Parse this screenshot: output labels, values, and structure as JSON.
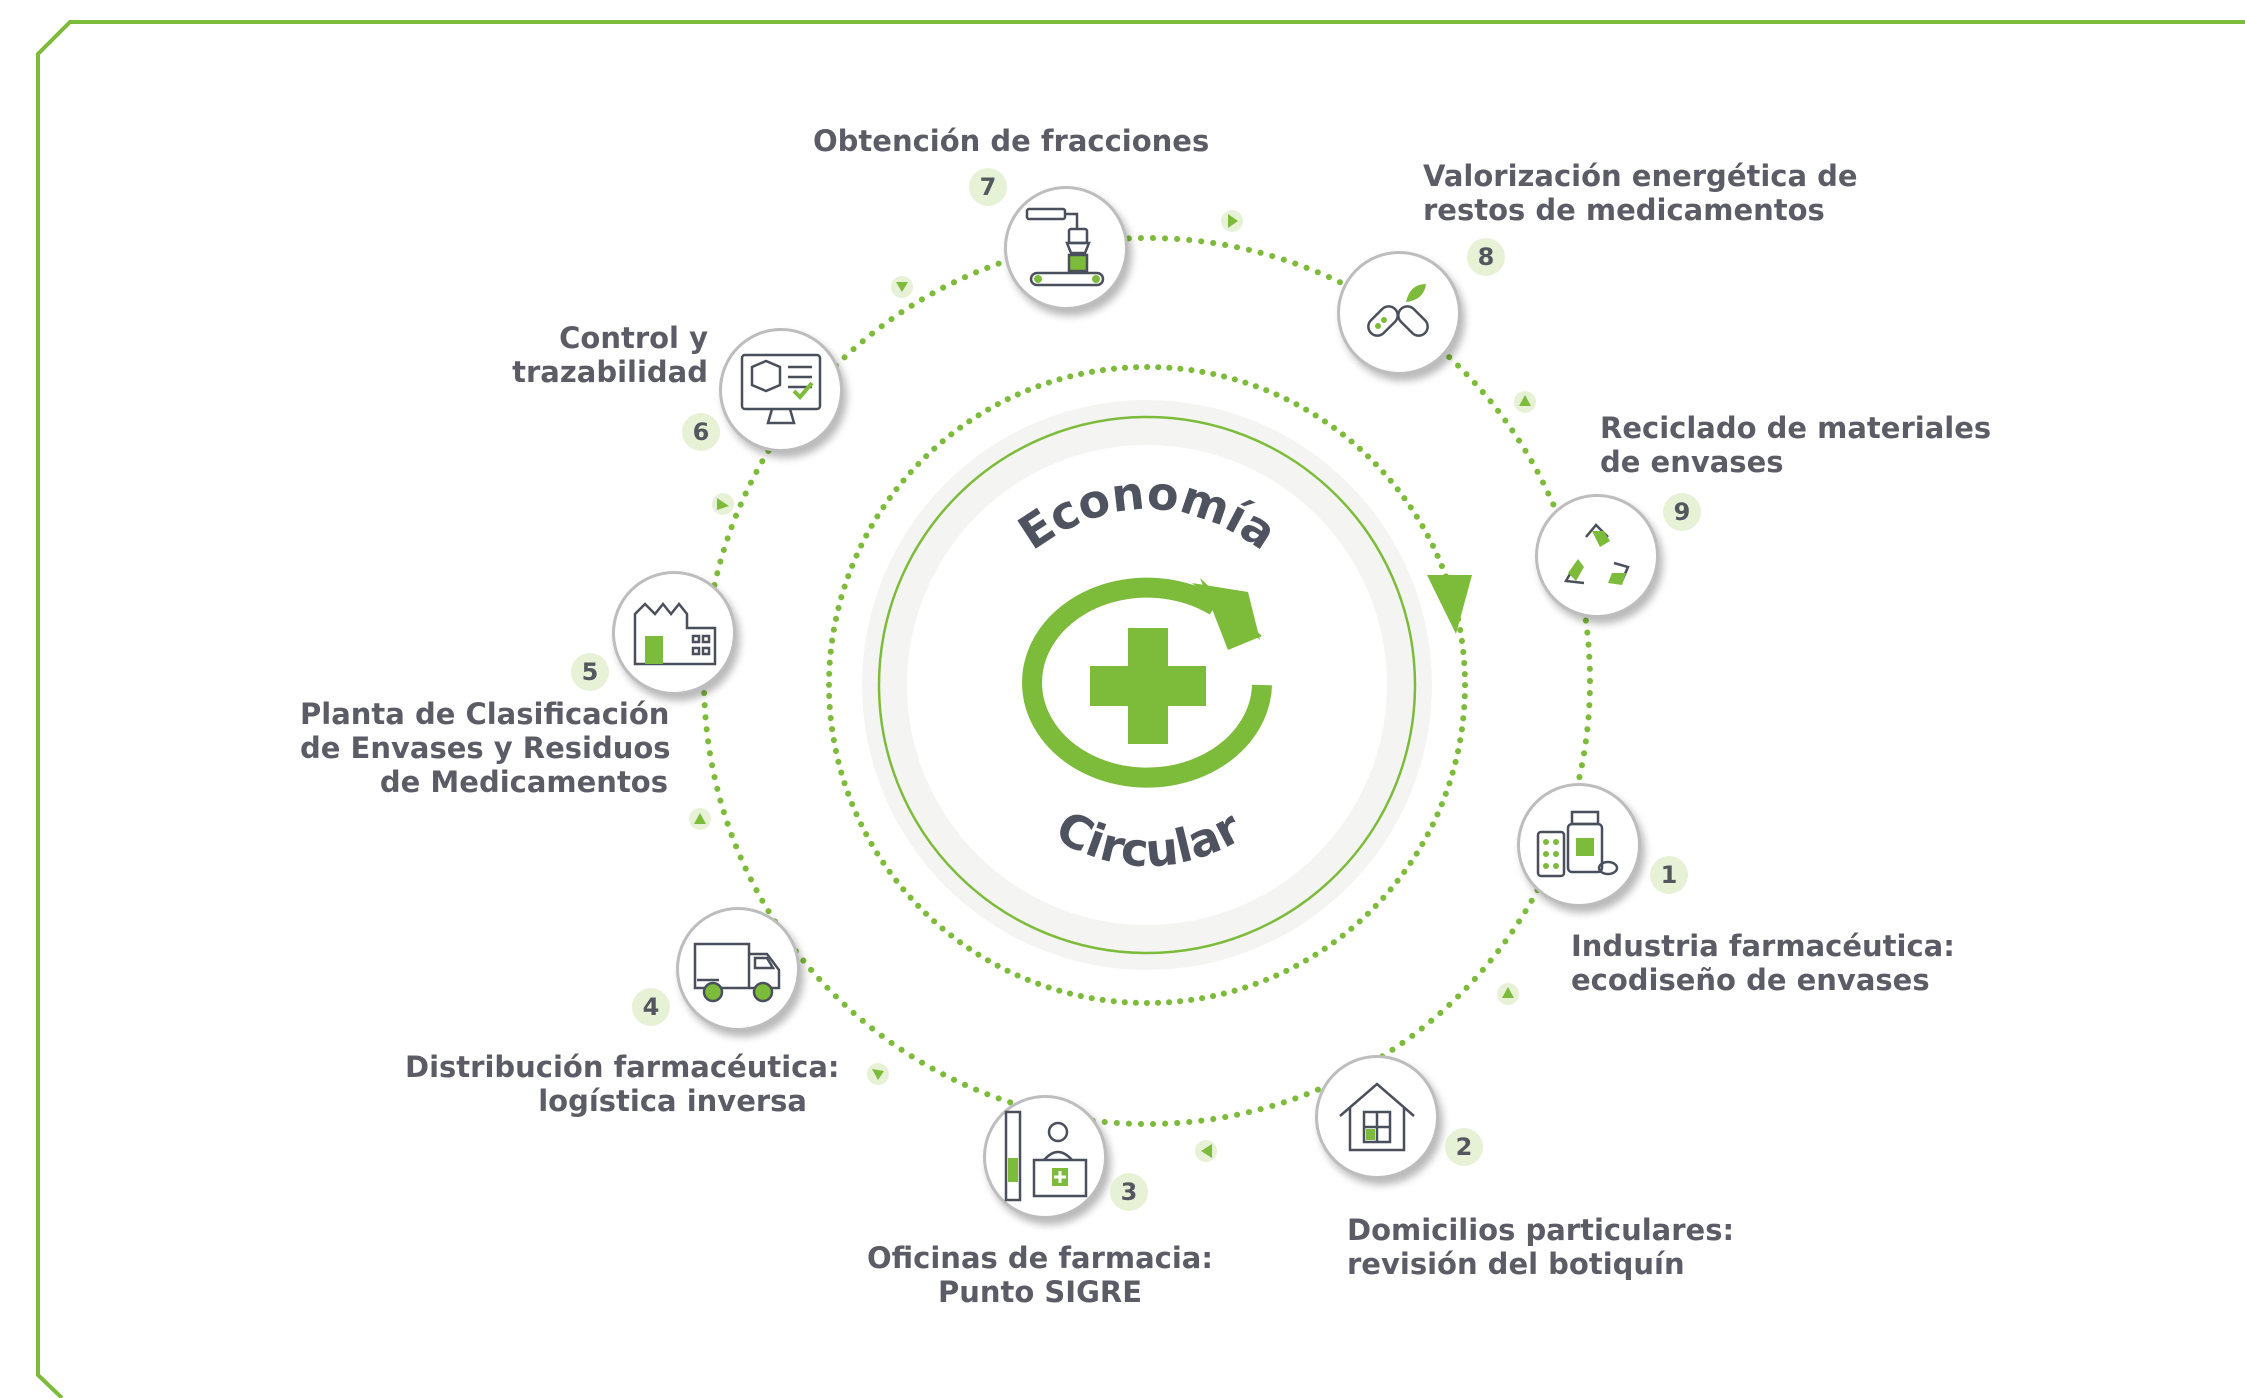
{
  "center": {
    "word_top": "Economía",
    "word_bottom": "Circular"
  },
  "steps": [
    {
      "number": "1",
      "icon": "medicines-icon",
      "lines": [
        "Industria farmacéutica:",
        "ecodiseño de envases"
      ]
    },
    {
      "number": "2",
      "icon": "house-icon",
      "lines": [
        "Domicilios particulares:",
        "revisión del botiquín"
      ]
    },
    {
      "number": "3",
      "icon": "pharmacy-counter-icon",
      "lines": [
        "Oficinas de farmacia:",
        "Punto SIGRE"
      ]
    },
    {
      "number": "4",
      "icon": "van-icon",
      "lines": [
        "Distribución farmacéutica:",
        "logística inversa"
      ]
    },
    {
      "number": "5",
      "icon": "factory-icon",
      "lines": [
        "Planta de Clasificación",
        "de Envases y Residuos",
        "de Medicamentos"
      ]
    },
    {
      "number": "6",
      "icon": "monitor-icon",
      "lines": [
        "Control y",
        "trazabilidad"
      ]
    },
    {
      "number": "7",
      "icon": "robot-arm-icon",
      "lines": [
        "Obtención de fracciones"
      ]
    },
    {
      "number": "8",
      "icon": "pills-leaf-icon",
      "lines": [
        "Valorización energética de",
        "restos de medicamentos"
      ]
    },
    {
      "number": "9",
      "icon": "recycle-icon",
      "lines": [
        "Reciclado de materiales",
        "de envases"
      ]
    }
  ],
  "colors": {
    "accent": "#7dbb3a",
    "frame": "#7dbb3a",
    "text": "#5c5c66",
    "badge_bg": "#e6f1d6"
  }
}
